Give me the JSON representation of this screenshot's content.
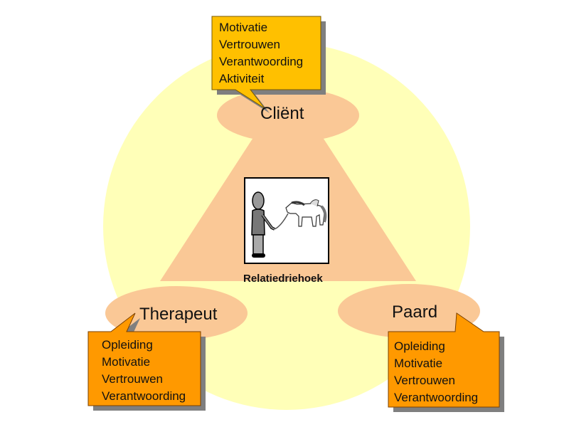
{
  "colors": {
    "background_circle": "#FFFFB8",
    "triangle": "#FAC896",
    "ellipse": "#FAC896",
    "client_callout": "#FFC000",
    "therapist_callout": "#FF9900",
    "horse_callout": "#FF9900",
    "callout_shadow": "#7F7F7F"
  },
  "center": {
    "caption": "Relatiedriehoek",
    "illustration": "person-leading-horse"
  },
  "nodes": {
    "client": {
      "label": "Cliënt",
      "items": [
        "Motivatie",
        "Vertrouwen",
        "Verantwoording",
        "Aktiviteit"
      ]
    },
    "therapist": {
      "label": "Therapeut",
      "items": [
        "Opleiding",
        "Motivatie",
        "Vertrouwen",
        "Verantwoording"
      ]
    },
    "horse": {
      "label": "Paard",
      "items": [
        "Opleiding",
        "Motivatie",
        "Vertrouwen",
        "Verantwoording"
      ]
    }
  }
}
